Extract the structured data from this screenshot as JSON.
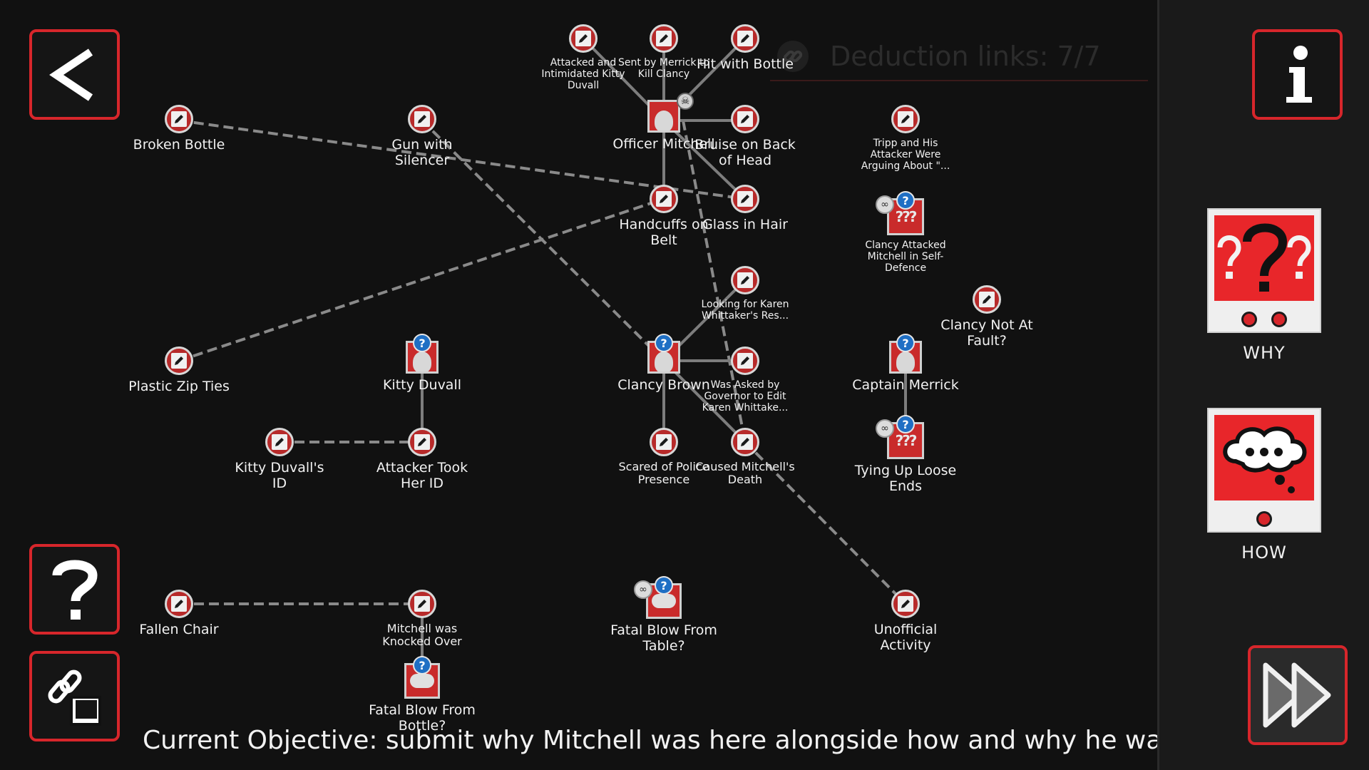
{
  "deduction": {
    "label": "Deduction links: 7/7"
  },
  "objective": "Current Objective: submit why Mitchell was here alongside how and why he was killed",
  "panel": {
    "why_label": "WHY",
    "how_label": "HOW"
  },
  "colors": {
    "accent": "#d7262b",
    "node_red": "#b72a2a",
    "badge_blue": "#1f6fc4",
    "background": "#111111"
  },
  "icons": {
    "back": "chevron-left-icon",
    "help": "question-mark-icon",
    "link_mode": "chain-link-icon",
    "info": "info-icon",
    "fast_forward": "fast-forward-icon"
  },
  "nodes": [
    {
      "id": "attacked-kitty",
      "label": "Attacked and Intimidated Kitty Duvall",
      "kind": "note",
      "small": true
    },
    {
      "id": "sent-by-merrick",
      "label": "Sent by Merrick to Kill Clancy",
      "kind": "note",
      "small": true
    },
    {
      "id": "hit-with-bottle",
      "label": "Hit with Bottle",
      "kind": "note"
    },
    {
      "id": "broken-bottle",
      "label": "Broken Bottle",
      "kind": "note"
    },
    {
      "id": "gun-with-silencer",
      "label": "Gun with Silencer",
      "kind": "note"
    },
    {
      "id": "officer-mitchell",
      "label": "Officer Mitchell",
      "kind": "person",
      "skull": true
    },
    {
      "id": "bruise-on-head",
      "label": "Bruise on Back of Head",
      "kind": "note"
    },
    {
      "id": "tripp-arguing",
      "label": "Tripp and His Attacker Were Arguing About \"...",
      "kind": "note",
      "small": true
    },
    {
      "id": "handcuffs",
      "label": "Handcuffs on Belt",
      "kind": "note"
    },
    {
      "id": "glass-in-hair",
      "label": "Glass in Hair",
      "kind": "note"
    },
    {
      "id": "clancy-attacked",
      "label": "Clancy Attacked Mitchell in Self-Defence",
      "kind": "theory",
      "small": true,
      "question": true,
      "link": true
    },
    {
      "id": "looking-for-karen",
      "label": "Looking for Karen Whittaker's Res...",
      "kind": "note",
      "small": true
    },
    {
      "id": "clancy-not-at-fault",
      "label": "Clancy Not At Fault?",
      "kind": "note"
    },
    {
      "id": "plastic-zip-ties",
      "label": "Plastic Zip Ties",
      "kind": "note"
    },
    {
      "id": "kitty-duvall",
      "label": "Kitty Duvall",
      "kind": "person",
      "question": true
    },
    {
      "id": "clancy-brown",
      "label": "Clancy Brown",
      "kind": "person",
      "question": true
    },
    {
      "id": "asked-by-governor",
      "label": "Was Asked by Governor to Edit Karen Whittake...",
      "kind": "note",
      "small": true
    },
    {
      "id": "captain-merrick",
      "label": "Captain Merrick",
      "kind": "person",
      "question": true
    },
    {
      "id": "kitty-id",
      "label": "Kitty Duvall's ID",
      "kind": "note"
    },
    {
      "id": "attacker-took-id",
      "label": "Attacker Took Her ID",
      "kind": "note"
    },
    {
      "id": "scared-of-police",
      "label": "Scared of Police Presence",
      "kind": "note",
      "small15": true
    },
    {
      "id": "caused-death",
      "label": "Caused Mitchell's Death",
      "kind": "note",
      "small15": true
    },
    {
      "id": "tying-up",
      "label": "Tying Up Loose Ends",
      "kind": "theory",
      "question": true,
      "link": true
    },
    {
      "id": "fallen-chair",
      "label": "Fallen Chair",
      "kind": "note"
    },
    {
      "id": "knocked-over",
      "label": "Mitchell was Knocked Over",
      "kind": "note",
      "small15": true
    },
    {
      "id": "fatal-blow-table",
      "label": "Fatal Blow From Table?",
      "kind": "cloud",
      "question": true,
      "link": true
    },
    {
      "id": "unofficial-activity",
      "label": "Unofficial Activity",
      "kind": "note"
    },
    {
      "id": "fatal-blow-bottle",
      "label": "Fatal Blow From Bottle?",
      "kind": "cloud",
      "question": true
    }
  ]
}
